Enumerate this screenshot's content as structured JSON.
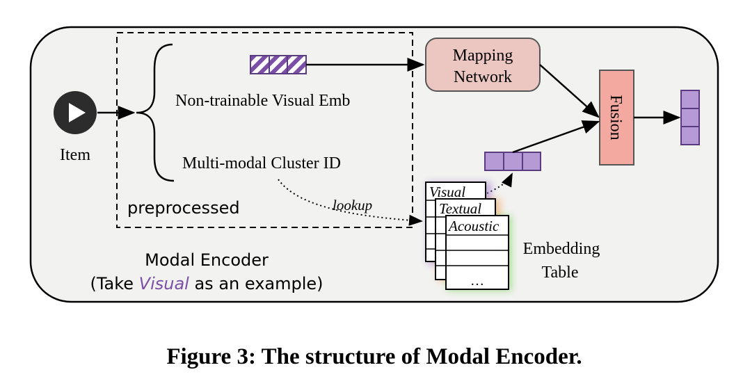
{
  "diagram": {
    "item_label": "Item",
    "visual_emb_label": "Non-trainable Visual Emb",
    "cluster_id_label": "Multi-modal Cluster ID",
    "preprocessed_label": "preprocessed",
    "lookup_label": "lookup",
    "mapping_network_line1": "Mapping",
    "mapping_network_line2": "Network",
    "fusion_label": "Fusion",
    "tables": {
      "visual": "Visual",
      "textual": "Textual",
      "acoustic": "Acoustic",
      "ellipsis": "…"
    },
    "embedding_table_line1": "Embedding",
    "embedding_table_line2": "Table",
    "encoder_title": "Modal Encoder",
    "example_prefix": "(Take ",
    "example_highlight": "Visual",
    "example_suffix": " as an example)",
    "colors": {
      "purple": "#7b4fa6",
      "purple_light": "#b69ad6",
      "mapping_fill": "#ecc6c0",
      "fusion_fill": "#f3a8a0",
      "green_glow": "#6fcf4f",
      "orange_glow": "#f2a35a"
    }
  },
  "caption": "Figure 3: The structure of Modal Encoder."
}
